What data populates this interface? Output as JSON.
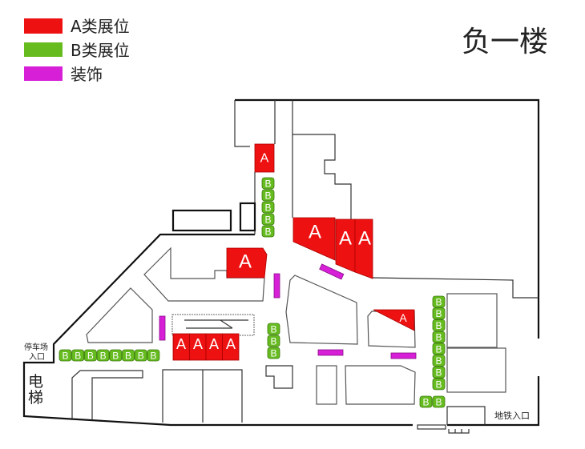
{
  "title": "负一楼",
  "legend": [
    {
      "label": "A类展位",
      "color": "#ee1111"
    },
    {
      "label": "B类展位",
      "color": "#66bb1f"
    },
    {
      "label": "装饰",
      "color": "#d61fd6"
    }
  ],
  "labels": {
    "parking_entrance_line1": "停车场",
    "parking_entrance_line2": "入口",
    "elevator_line1": "电",
    "elevator_line2": "梯",
    "subway_entrance": "地铁入口"
  },
  "booth_a_label": "A",
  "booth_b_label": "B",
  "counts": {
    "booths_a": 10,
    "booths_b": 26,
    "decorations": 5
  }
}
